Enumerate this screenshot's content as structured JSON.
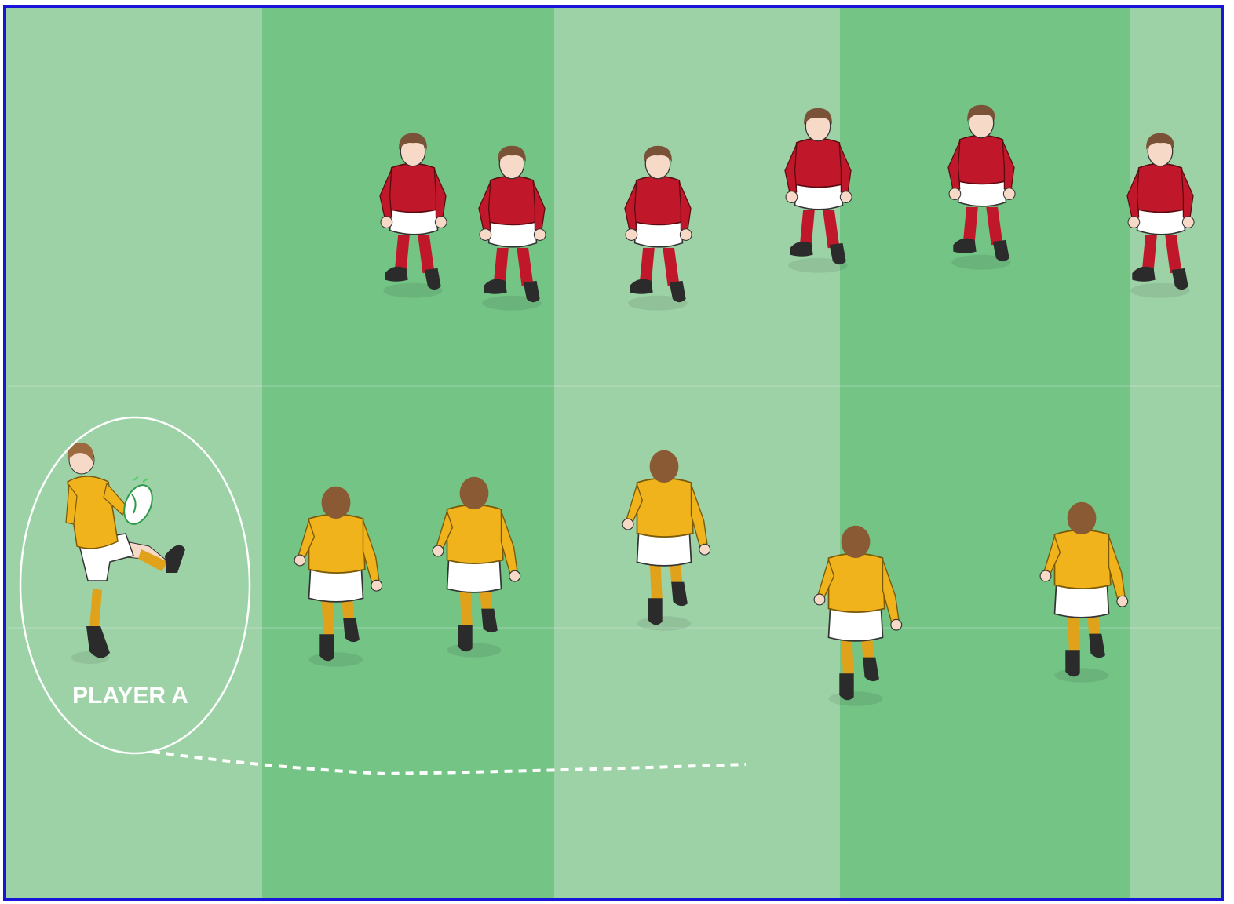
{
  "diagram": {
    "player_a_label": "PLAYER A",
    "colors": {
      "frame": "#1a14d8",
      "stripe_light": "#9dd2a6",
      "stripe_dark": "#74c486",
      "defender_shirt": "#c0182a",
      "defender_socks": "#c0182a",
      "attacker_shirt": "#f0b31c",
      "attacker_socks": "#e0a21a",
      "shorts": "#ffffff",
      "boots": "#2b2b2b",
      "skin": "#f6d9c6",
      "marking": "#ffffff"
    },
    "defenders": [
      "defender",
      "defender",
      "defender",
      "defender",
      "defender",
      "defender"
    ],
    "attackers": [
      "attacker",
      "attacker",
      "attacker",
      "attacker",
      "attacker"
    ],
    "kicker": "kicker",
    "ball": "rugby-ball"
  }
}
